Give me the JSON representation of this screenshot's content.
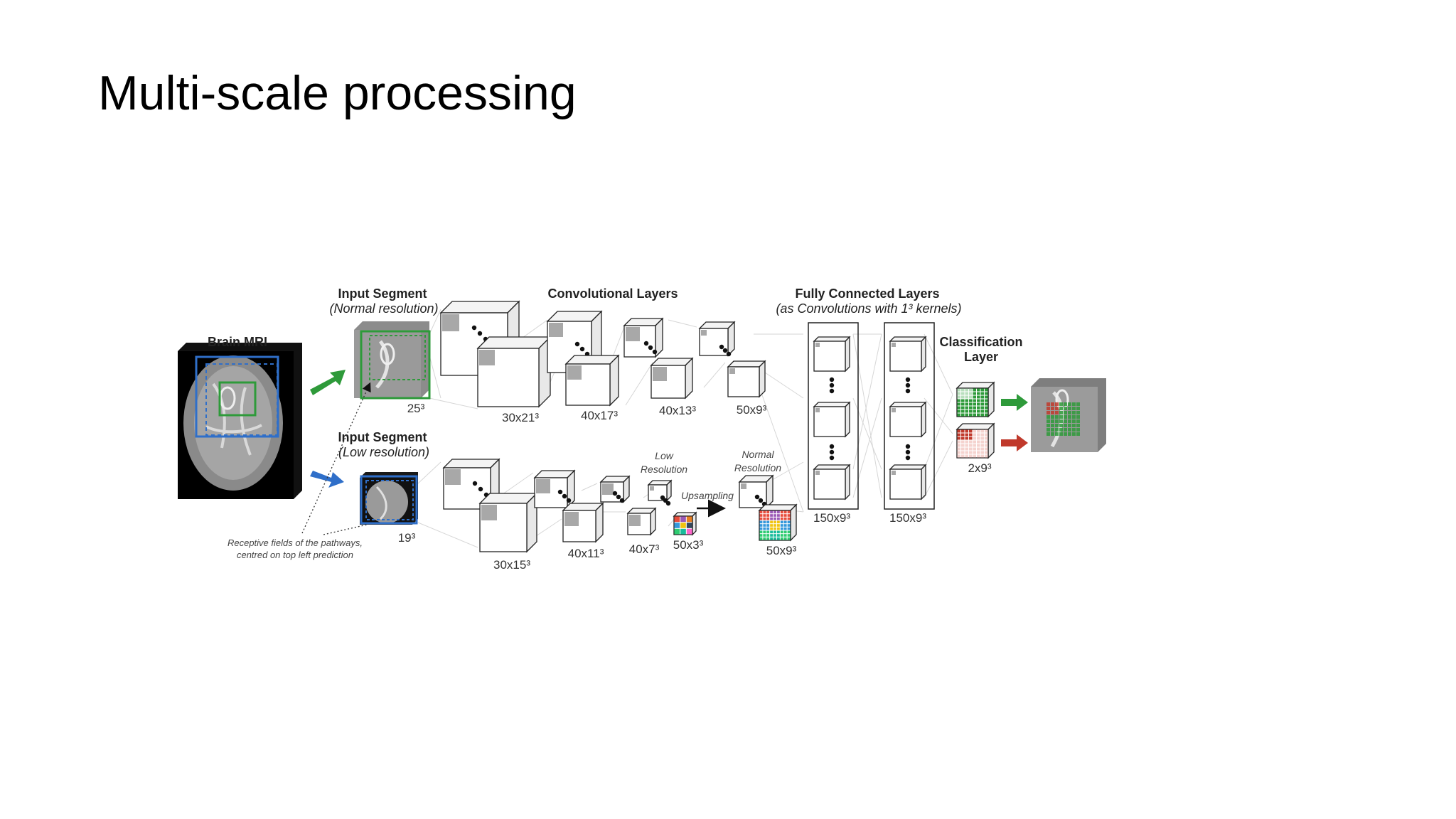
{
  "slide": {
    "title": "Multi-scale processing"
  },
  "labels": {
    "brain_mri": "Brain MRI",
    "input_segment_normal_title": "Input Segment",
    "input_segment_normal_sub": "(Normal resolution)",
    "input_segment_low_title": "Input Segment",
    "input_segment_low_sub": "(Low resolution)",
    "conv_layers": "Convolutional Layers",
    "fc_layers_title": "Fully Connected Layers",
    "fc_layers_sub": "(as Convolutions with 1³ kernels)",
    "classification_line1": "Classification",
    "classification_line2": "Layer",
    "low_res_line1": "Low",
    "low_res_line2": "Resolution",
    "normal_res_line1": "Normal",
    "normal_res_line2": "Resolution",
    "upsampling": "Upsampling",
    "receptive_note_line1": "Receptive fields of the pathways,",
    "receptive_note_line2": "centred on top left prediction"
  },
  "dims": {
    "in_normal": "25³",
    "in_low": "19³",
    "n1": "30x21³",
    "n2": "40x17³",
    "n3": "40x13³",
    "n4": "50x9³",
    "l1": "30x15³",
    "l2": "40x11³",
    "l3": "40x7³",
    "l4": "50x3³",
    "up": "50x9³",
    "fc1": "150x9³",
    "fc2": "150x9³",
    "cls": "2x9³"
  },
  "colors": {
    "green": "#2e9a3a",
    "blue": "#2f6fc9",
    "red": "#c0392b",
    "gray_patch": "#a8a8a8"
  }
}
